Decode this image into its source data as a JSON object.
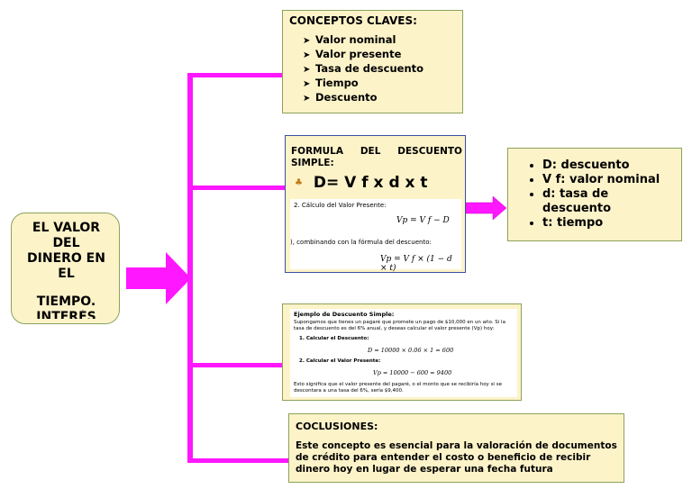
{
  "main_box": {
    "lines": [
      "EL VALOR",
      "DEL",
      "DINERO EN",
      "EL",
      "TIEMPO.",
      "INTERÉS"
    ]
  },
  "conceptos": {
    "title": "CONCEPTOS CLAVES:",
    "items": [
      "Valor nominal",
      "Valor presente",
      "Tasa de descuento",
      "Tiempo",
      "Descuento"
    ],
    "bullet": "➤"
  },
  "formula": {
    "title": "FORMULA DEL DESCUENTO SIMPLE:",
    "bullet": "♣",
    "main": "D= V f x d x t",
    "step2_label": "2. Cálculo del Valor Presente:",
    "step2_eq": "Vp = V f − D",
    "step3_label": "), combinando con la fórmula del descuento:",
    "step3_eq": "Vp = V f × (1 − d × t)"
  },
  "definiciones": {
    "items": [
      "D: descuento",
      "V f: valor nominal",
      "d: tasa de descuento",
      "t: tiempo"
    ]
  },
  "ejemplo": {
    "title": "Ejemplo de Descuento Simple:",
    "intro": "Supongamos que tienes un pagaré que promete un pago de $10,000 en un año. Si la tasa de descuento es del 6% anual, y deseas calcular el valor presente (Vp) hoy:",
    "step1": "1.  Calcular el Descuento:",
    "eq1": "D = 10000 × 0.06 × 1 = 600",
    "step2": "2.  Calcular el Valor Presente:",
    "eq2": "Vp = 10000 − 600 = 9400",
    "conclusion": "Esto significa que el valor presente del pagaré, o el monto que se recibiría hoy si se descontara a una tasa del 6%, sería $9,400."
  },
  "conclusiones": {
    "title": "COCLUSIONES:",
    "text": "Este concepto es esencial para la valoración de documentos de crédito para entender el costo o beneficio de recibir dinero hoy en lugar de esperar una fecha futura"
  },
  "colors": {
    "connector": "#ff17ff",
    "box_fill": "#fdf3c9",
    "box_border": "#8aa25a"
  }
}
